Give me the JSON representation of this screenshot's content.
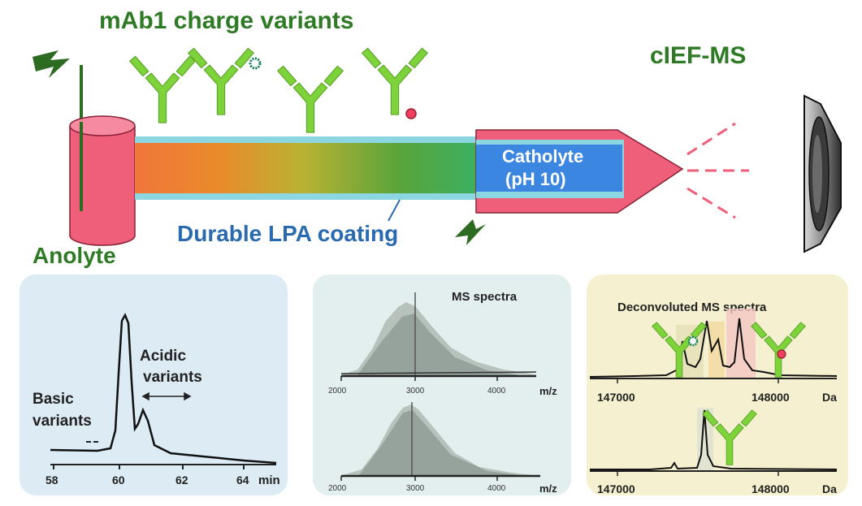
{
  "title": "mAb1 charge variants",
  "method": "cIEF-MS",
  "labels": {
    "anolyte": "Anolyte",
    "catholyte_line1": "Catholyte",
    "catholyte_line2": "(pH 10)",
    "coating": "Durable LPA coating"
  },
  "panel_electropherogram": {
    "basic_line1": "Basic",
    "basic_line2": "variants",
    "acidic_line1": "Acidic",
    "acidic_line2": "variants",
    "x_ticks": [
      "58",
      "60",
      "62",
      "64"
    ],
    "x_unit": "min"
  },
  "panel_ms": {
    "title": "MS spectra",
    "x_ticks": [
      "2000",
      "3000",
      "4000"
    ],
    "x_unit": "m/z"
  },
  "panel_deconvoluted": {
    "title": "Deconvoluted MS spectra",
    "x_ticks": [
      "147000",
      "148000"
    ],
    "x_unit": "Da"
  },
  "colors": {
    "antibody": "#7ed23a",
    "reservoir": "#ef5f7a",
    "panel1_bg": "#dcebf4",
    "panel2_bg": "#e3efee",
    "panel3_bg": "#f5f1d0",
    "coating_text": "#2a6bb0",
    "title_text": "#2f7a25"
  },
  "icons": [
    "lightning-bolt-icon",
    "antibody-icon",
    "modification-star-icon",
    "modification-dot-icon",
    "ms-detector-icon"
  ]
}
